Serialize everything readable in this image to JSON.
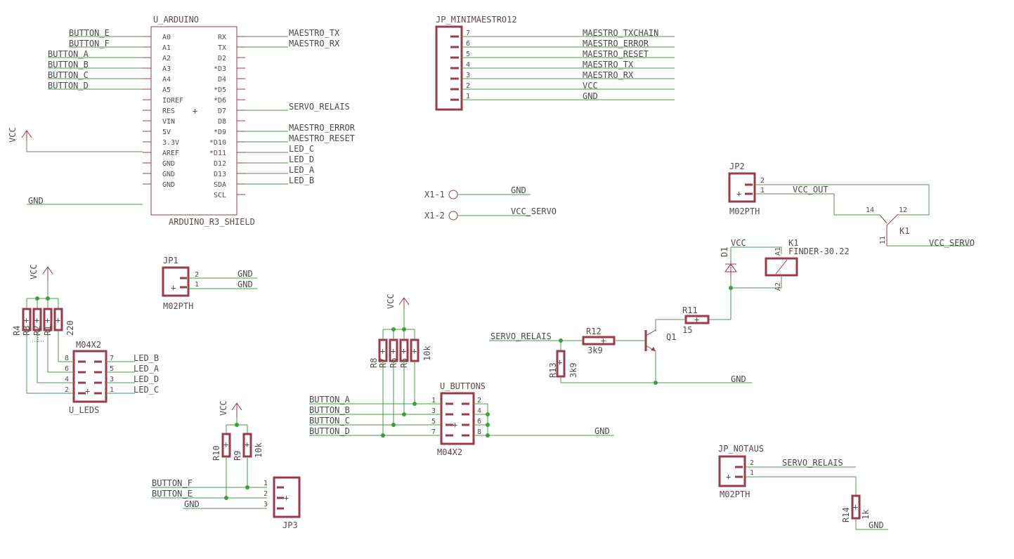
{
  "arduino": {
    "name": "U_ARDUINO",
    "value": "ARDUINO_R3_SHIELD",
    "left_pins": [
      "A0",
      "A1",
      "A2",
      "A3",
      "A4",
      "A5",
      "IOREF",
      "RES",
      "VIN",
      "5V",
      "3.3V",
      "AREF",
      "GND",
      "GND",
      "GND"
    ],
    "right_pins": [
      "RX",
      "TX",
      "D2",
      "*D3",
      "D4",
      "*D5",
      "*D6",
      "D7",
      "D8",
      "*D9",
      "*D10",
      "*D11",
      "D12",
      "D13",
      "SDA",
      "SCL"
    ],
    "left_nets": [
      "BUTTON_E",
      "BUTTON_F",
      "BUTTON_A",
      "BUTTON_B",
      "BUTTON_C",
      "BUTTON_D"
    ],
    "right_nets": [
      "MAESTRO_TX",
      "MAESTRO_RX",
      "SERVO_RELAIS",
      "MAESTRO_ERROR",
      "MAESTRO_RESET",
      "LED_C",
      "LED_D",
      "LED_A",
      "LED_B"
    ],
    "vcc": "VCC",
    "gnd": "GND"
  },
  "maestro": {
    "name": "JP_MINIMAESTRO12",
    "pins": [
      "7",
      "6",
      "5",
      "4",
      "3",
      "2",
      "1"
    ],
    "nets": [
      "MAESTRO_TXCHAIN",
      "MAESTRO_ERROR",
      "MAESTRO_RESET",
      "MAESTRO_TX",
      "MAESTRO_RX",
      "VCC",
      "GND"
    ]
  },
  "x1": {
    "pins": [
      "X1-1",
      "X1-2"
    ],
    "nets": [
      "GND",
      "VCC_SERVO"
    ]
  },
  "jp1": {
    "name": "JP1",
    "value": "M02PTH",
    "pins": [
      "2",
      "1"
    ],
    "nets": [
      "GND",
      "GND"
    ]
  },
  "jp2": {
    "name": "JP2",
    "value": "M02PTH",
    "pins": [
      "2",
      "1"
    ],
    "net": "VCC_OUT"
  },
  "relay_switch": {
    "pins": [
      "14",
      "12",
      "11"
    ],
    "label": "K1",
    "net": "VCC_SERVO"
  },
  "relay_coil": {
    "label": "K1",
    "value": "FINDER-30.22",
    "pins": [
      "A1",
      "A2"
    ]
  },
  "diode": {
    "name": "D1",
    "vcc": "VCC"
  },
  "transistor": {
    "name": "Q1"
  },
  "r11": {
    "name": "R11",
    "value": "15"
  },
  "r12": {
    "name": "R12",
    "value": "3k9"
  },
  "r13": {
    "name": "R13",
    "value": "3k9"
  },
  "servo_net": "SERVO_RELAIS",
  "gnd_net": "GND",
  "leds": {
    "vcc": "VCC",
    "r_names": [
      "R4",
      "R3",
      "R2",
      "R1"
    ],
    "r_value": "220",
    "conn_name": "M04X2",
    "conn_value": "U_LEDS",
    "left_pins": [
      "8",
      "6",
      "4",
      "2"
    ],
    "right_pins": [
      "7",
      "5",
      "3",
      "1"
    ],
    "nets": [
      "LED_B",
      "LED_A",
      "LED_D",
      "LED_C"
    ]
  },
  "buttons": {
    "vcc": "VCC",
    "r_names": [
      "R8",
      "R7",
      "R6",
      "R5"
    ],
    "r_value": "10k",
    "conn_name": "U_BUTTONS",
    "conn_value": "M04X2",
    "left_pins": [
      "1",
      "3",
      "5",
      "7"
    ],
    "right_pins": [
      "2",
      "4",
      "6",
      "8"
    ],
    "nets": [
      "BUTTON_A",
      "BUTTON_B",
      "BUTTON_C",
      "BUTTON_D"
    ],
    "gnd": "GND"
  },
  "jp3": {
    "vcc": "VCC",
    "r_names": [
      "R10",
      "R9"
    ],
    "r_value": "10k",
    "name": "JP3",
    "pins": [
      "1",
      "2",
      "3"
    ],
    "nets": [
      "BUTTON_F",
      "BUTTON_E",
      "GND"
    ]
  },
  "notaus": {
    "name": "JP_NOTAUS",
    "value": "M02PTH",
    "pins": [
      "2",
      "1"
    ],
    "net": "SERVO_RELAIS",
    "r_name": "R14",
    "r_value": "1k",
    "gnd": "GND"
  }
}
